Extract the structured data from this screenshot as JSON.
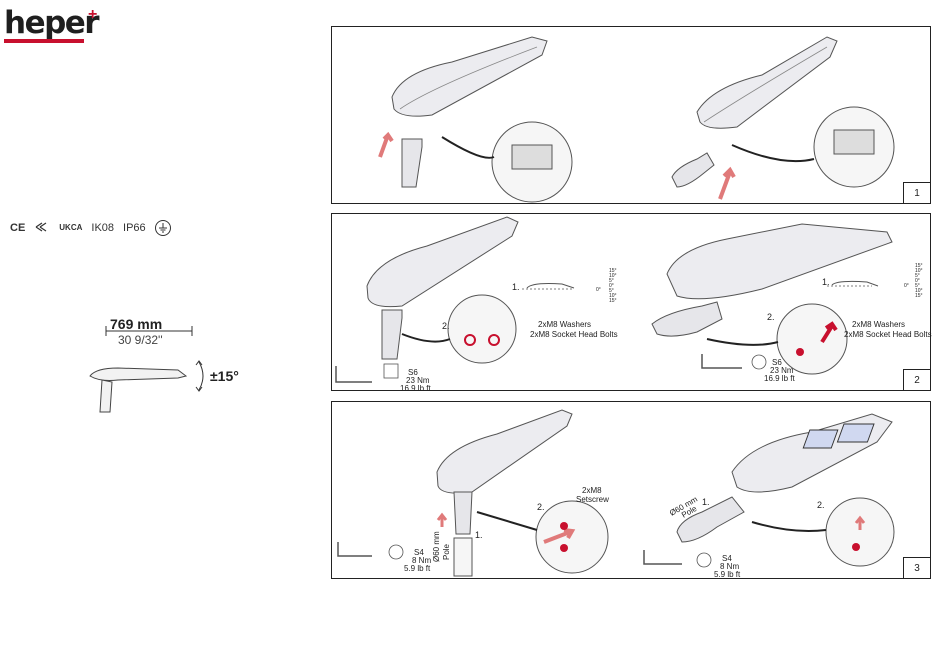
{
  "brand": {
    "logo_text": "heper",
    "plus": "+"
  },
  "certifications": [
    "CE",
    "UKCA",
    "IK08",
    "IP66"
  ],
  "product": {
    "length_mm": "769 mm",
    "length_in": "30 9/32''",
    "tilt": "±15°"
  },
  "panels": [
    {
      "number": "1"
    },
    {
      "number": "2",
      "left": {
        "step1": "1.",
        "step2": "2.",
        "washers": "2xM8 Washers",
        "bolts": "2xM8 Socket Head Bolts",
        "tool_size": "S6",
        "torque_nm": "23 Nm",
        "torque_lb": "16.9 lb ft",
        "angle_labels": [
          "15°",
          "10°",
          "5°",
          "0°",
          "5°",
          "10°",
          "15°"
        ],
        "zero": "0°"
      },
      "right": {
        "step1": "1.",
        "step2": "2.",
        "washers": "2xM8 Washers",
        "bolts": "2xM8 Socket Head Bolts",
        "tool_size": "S6",
        "torque_nm": "23 Nm",
        "torque_lb": "16.9 lb ft",
        "angle_labels": [
          "15°",
          "10°",
          "5°",
          "0°",
          "5°",
          "10°",
          "15°"
        ],
        "zero": "0°"
      }
    },
    {
      "number": "3",
      "left": {
        "step1": "1.",
        "step2": "2.",
        "screw": "2xM8",
        "screw2": "Setscrew",
        "pole": "Ø60 mm",
        "pole2": "Pole",
        "tool_size": "S4",
        "torque_nm": "8 Nm",
        "torque_lb": "5.9 lb ft"
      },
      "right": {
        "step1": "1.",
        "step2": "2.",
        "pole": "Ø60 mm",
        "pole2": "Pole",
        "tool_size": "S4",
        "torque_nm": "8 Nm",
        "torque_lb": "5.9 lb ft"
      }
    }
  ],
  "colors": {
    "accent": "#c8102e",
    "arrow": "#e07a7a",
    "outline": "#555555",
    "fixture_fill": "#ececf0"
  }
}
